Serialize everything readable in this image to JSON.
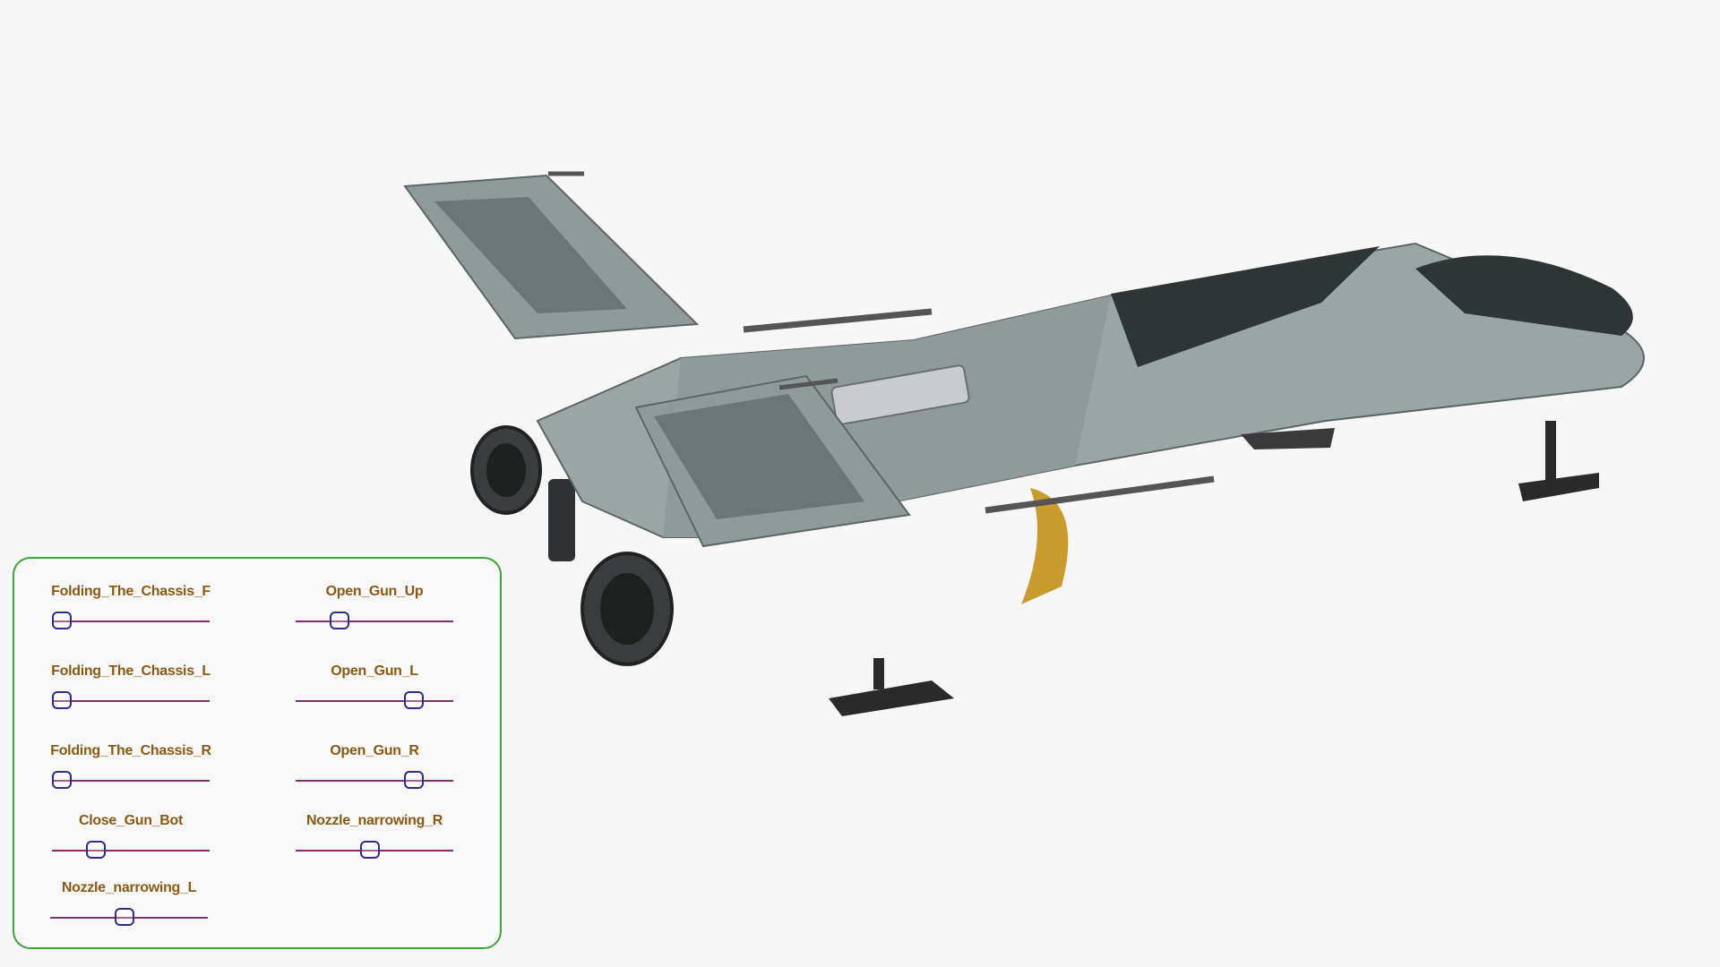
{
  "viewport": {
    "background": "#f7f7f7"
  },
  "model": {
    "name": "spaceship-icon",
    "hull_color": "#8f9a9a",
    "canopy_color": "#2f3434",
    "accent_color": "#c99a2e"
  },
  "control_panel": {
    "border_color": "#3fa33b",
    "sliders": [
      {
        "id": "folding-chassis-f",
        "label": "Folding_The_Chassis_F",
        "value": 0.06
      },
      {
        "id": "open-gun-up",
        "label": "Open_Gun_Up",
        "value": 0.28
      },
      {
        "id": "folding-chassis-l",
        "label": "Folding_The_Chassis_L",
        "value": 0.06
      },
      {
        "id": "open-gun-l",
        "label": "Open_Gun_L",
        "value": 0.75
      },
      {
        "id": "folding-chassis-r",
        "label": "Folding_The_Chassis_R",
        "value": 0.06
      },
      {
        "id": "open-gun-r",
        "label": "Open_Gun_R",
        "value": 0.75
      },
      {
        "id": "close-gun-bot",
        "label": "Close_Gun_Bot",
        "value": 0.28
      },
      {
        "id": "nozzle-narrowing-r",
        "label": "Nozzle_narrowing_R",
        "value": 0.47
      },
      {
        "id": "nozzle-narrowing-l",
        "label": "Nozzle_narrowing_L",
        "value": 0.47
      }
    ]
  }
}
